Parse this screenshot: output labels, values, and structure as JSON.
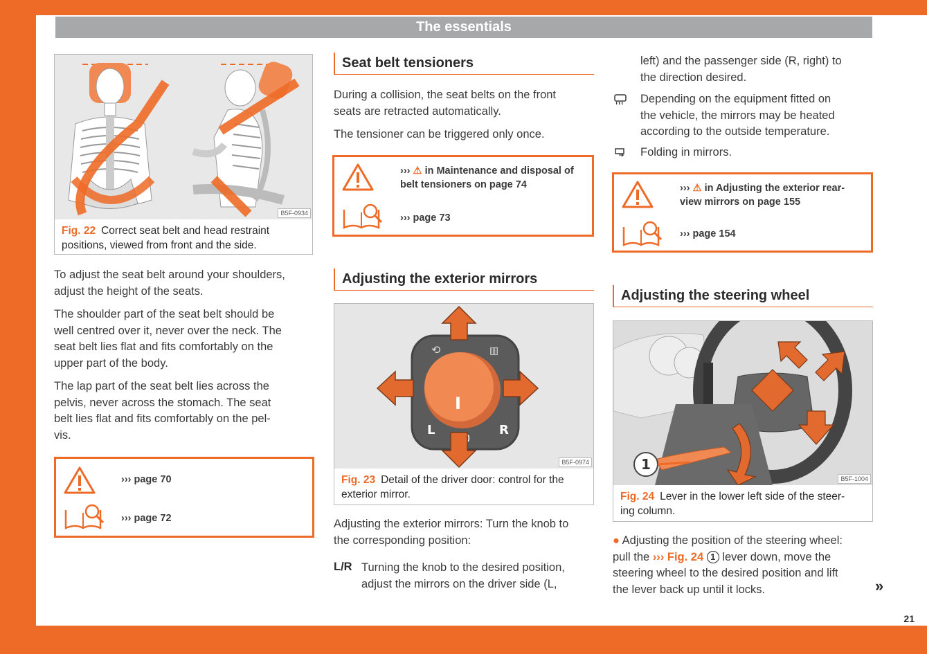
{
  "header": {
    "title": "The essentials"
  },
  "page_number": "21",
  "col1": {
    "fig22": {
      "code": "B5F-0934",
      "label": "Fig. 22",
      "caption_line1": "Correct seat belt and head restraint",
      "caption_line2": "positions, viewed from front and the side."
    },
    "para1_l1": "To adjust the seat belt around your shoulders,",
    "para1_l2": "adjust the height of the seats.",
    "para2_l1": "The shoulder part of the seat belt should be",
    "para2_l2": "well centred over it, never over the neck. The",
    "para2_l3": "seat belt lies flat and fits comfortably on the",
    "para2_l4": "upper part of the body.",
    "para3_l1": "The lap part of the seat belt lies across the",
    "para3_l2": "pelvis, never across the stomach. The seat",
    "para3_l3": "belt lies flat and fits comfortably on the pel-",
    "para3_l4": "vis.",
    "note": {
      "warn_ref": "››› page 70",
      "book_ref": "››› page 72"
    }
  },
  "col2": {
    "tensioners": {
      "title": "Seat belt tensioners",
      "p1_l1": "During a collision, the seat belts on the front",
      "p1_l2": "seats are retracted automatically.",
      "p2": "The tensioner can be triggered only once.",
      "note": {
        "warn_prefix": "›››",
        "warn_line1": "in Maintenance and disposal of",
        "warn_line2": "belt tensioners on page 74",
        "book_ref": "››› page 73"
      }
    },
    "mirrors": {
      "title": "Adjusting the exterior mirrors",
      "fig23": {
        "code": "B5F-0974",
        "label": "Fig. 23",
        "caption_line1": "Detail of the driver door: control for the",
        "caption_line2": "exterior mirror.",
        "knob_left": "L",
        "knob_right": "R",
        "knob_mid": "I",
        "knob_bottom": "0"
      },
      "p1_l1": "Adjusting the exterior mirrors: Turn the knob to",
      "p1_l2": "the corresponding position:",
      "lr_key": "L/R",
      "lr_l1": "Turning the knob to the desired position,",
      "lr_l2": "adjust the mirrors on the driver side (L,"
    }
  },
  "col3": {
    "cont_l1": "left) and the passenger side (R, right) to",
    "cont_l2": "the direction desired.",
    "heat_l1": "Depending on the equipment fitted on",
    "heat_l2": "the vehicle, the mirrors may be heated",
    "heat_l3": "according to the outside temperature.",
    "fold": "Folding in mirrors.",
    "note": {
      "warn_prefix": "›››",
      "warn_line1": "in Adjusting the exterior rear-",
      "warn_line2": "view mirrors on page 155",
      "book_ref": "››› page 154"
    },
    "steering": {
      "title": "Adjusting the steering wheel",
      "fig24": {
        "code": "B5F-1004",
        "label": "Fig. 24",
        "caption_line1": "Lever in the lower left side of the steer-",
        "caption_line2": "ing column.",
        "callout": "1"
      },
      "p_l1": "Adjusting the position of the steering wheel:",
      "p_l2_pre": "pull the",
      "p_l2_ref": "››› Fig. 24",
      "p_l2_num": "1",
      "p_l2_post": "lever down, move the",
      "p_l3": "steering wheel to the desired position and lift",
      "p_l4": "the lever back up until it locks.",
      "continue_mark": "»"
    }
  },
  "colors": {
    "accent": "#ee6a27",
    "header_gray": "#a7a8aa",
    "text": "#3a3a3a"
  }
}
